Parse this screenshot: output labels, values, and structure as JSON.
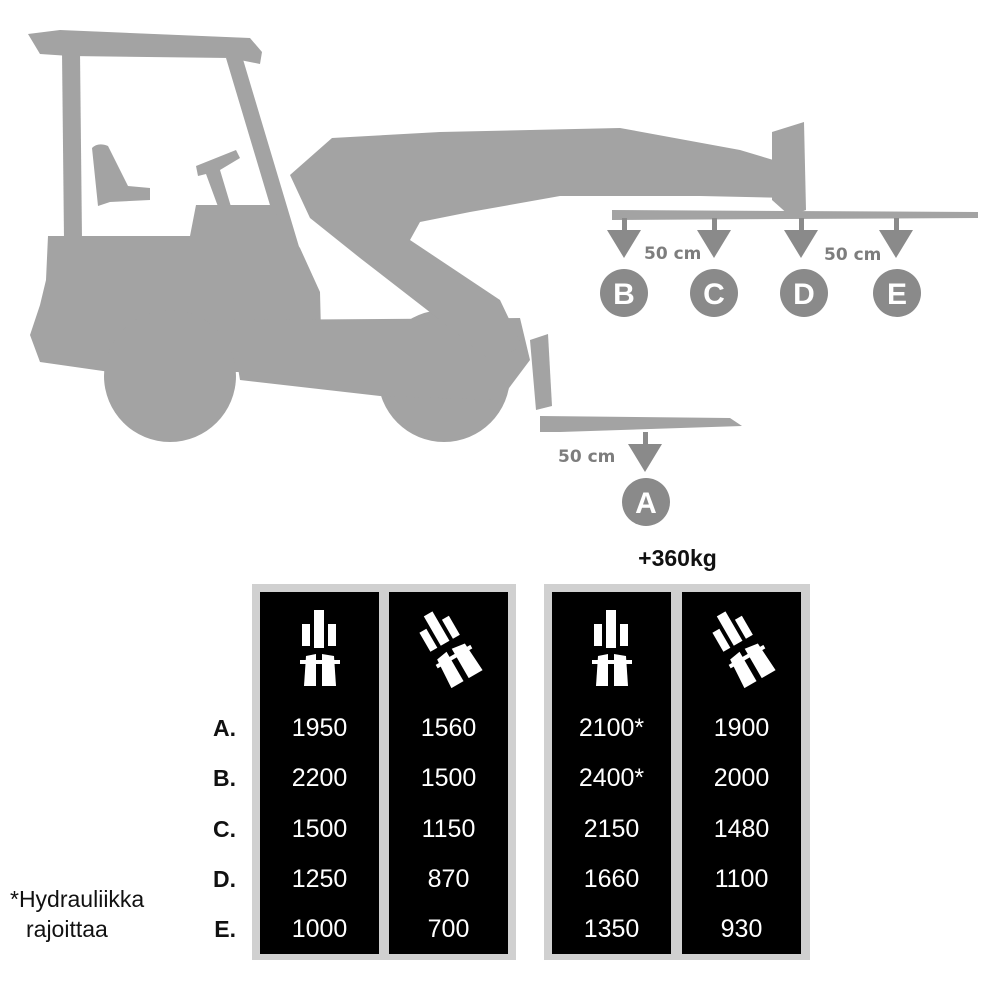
{
  "diagram": {
    "markers": [
      "B",
      "C",
      "D",
      "E",
      "A"
    ],
    "distance_labels": [
      "50 cm",
      "50 cm",
      "50 cm"
    ],
    "colors": {
      "machine": "#a3a3a3",
      "marker": "#8a8a8a",
      "label": "#7d7d7d"
    }
  },
  "counterweight_note": "+360kg",
  "row_labels": [
    "A.",
    "B.",
    "C.",
    "D.",
    "E."
  ],
  "columns": [
    {
      "icon": "straight-tyres-icon",
      "values": [
        "1950",
        "2200",
        "1500",
        "1250",
        "1000"
      ]
    },
    {
      "icon": "turned-tyres-icon",
      "values": [
        "1560",
        "1500",
        "1150",
        "870",
        "700"
      ]
    },
    {
      "icon": "straight-tyres-icon",
      "values": [
        "2100*",
        "2400*",
        "2150",
        "1660",
        "1350"
      ]
    },
    {
      "icon": "turned-tyres-icon",
      "values": [
        "1900",
        "2000",
        "1480",
        "1100",
        "930"
      ]
    }
  ],
  "footnote": [
    "*Hydrauliikka",
    "rajoittaa"
  ]
}
